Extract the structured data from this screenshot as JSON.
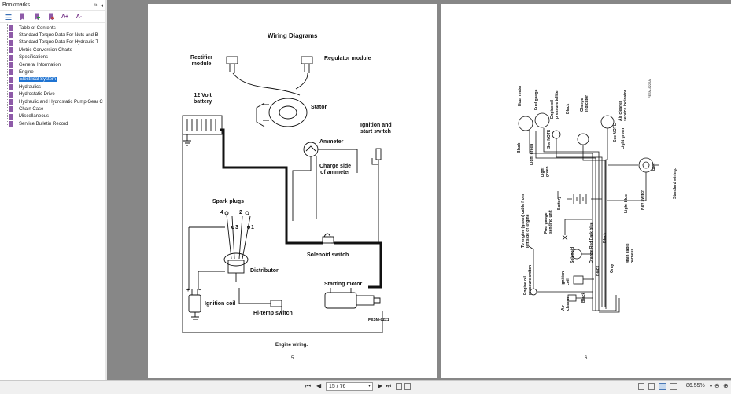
{
  "sidebar": {
    "title": "Bookmarks",
    "collapse_icon": "»",
    "close_icon": "◂",
    "tools": [
      "options-icon",
      "bookmark-icon",
      "bookmark-add-icon",
      "bookmark-remove-icon",
      "font-larger-icon",
      "font-smaller-icon"
    ],
    "font_larger_label": "A+",
    "font_smaller_label": "A-",
    "items": [
      {
        "label": "Table of Contents"
      },
      {
        "label": "Standard Torque Data For Nuts and B"
      },
      {
        "label": "Standard Torque Data For Hydraulic T"
      },
      {
        "label": "Metric Conversion Charts"
      },
      {
        "label": "Specifications"
      },
      {
        "label": "General Information"
      },
      {
        "label": "Engine"
      },
      {
        "label": "Electrical System",
        "selected": true
      },
      {
        "label": "Hydraulics"
      },
      {
        "label": "Hydrostatic Drive"
      },
      {
        "label": "Hydraulic and Hydrostatic Pump Gear C"
      },
      {
        "label": "Chain Case"
      },
      {
        "label": "Miscellaneous"
      },
      {
        "label": "Service Bulletin Record"
      }
    ]
  },
  "page5": {
    "title": "Wiring Diagrams",
    "labels": {
      "rectifier": "Rectifier\nmodule",
      "regulator": "Regulator module",
      "battery": "12 Volt\nbattery",
      "stator": "Stator",
      "ignition_switch": "Ignition and\nstart switch",
      "ammeter": "Ammeter",
      "charge_side": "Charge side\nof ammeter",
      "spark_plugs": "Spark plugs",
      "distributor": "Distributor",
      "solenoid": "Solenoid switch",
      "starting_motor": "Starting motor",
      "ignition_coil": "Ignition coil",
      "hi_temp": "Hi-temp switch",
      "plug4": "4",
      "plug2": "2",
      "plug3": "3",
      "plug1": "1",
      "plus": "+",
      "minus": "−",
      "fig_code": "FESM-8221"
    },
    "caption": "Engine wiring.",
    "page_number": "5"
  },
  "page6": {
    "caption": "Standard wiring.",
    "page_number": "6",
    "labels": {
      "hour_meter": "Hour meter",
      "fuel_gauge": "Fuel gauge",
      "oil_tellite": "Engine oil\npressure tellite",
      "black_top": "Black",
      "charge_indicator": "Charge\nindicator",
      "air_cleaner_indicator": "Air cleaner\nservice indicator",
      "see_note": "See NOTE",
      "light_green_right": "Light green",
      "red": "Red",
      "key_switch": "Key switch",
      "light_blue": "Light blue",
      "main_harness": "Main cable\nharness",
      "black_left": "Black",
      "light_green_left": "Light green",
      "light_green2": "Light\ngreen",
      "see_note2": "See NOTE",
      "to_engine": "To engine (green) cable from\nleft side of engine",
      "battery": "Battery",
      "fuel_sending": "Fuel gauge\nsending unit",
      "solenoid": "Solenoid",
      "wire_colors": "Orange  Red  Dark blue",
      "black_mid": "Black",
      "black_mid2": "Black",
      "gray": "Gray",
      "oil_switch": "Engine oil\npressure switch",
      "ignition_coil": "Ignition\ncoil",
      "air_cleaner": "Air\ncleaner",
      "black_bottom": "Black",
      "fig_code": "FESM-8222A"
    }
  },
  "toolbar": {
    "page_value": "15 / 76",
    "zoom": "86.55%",
    "first_page_icon": "⏮",
    "prev_page_icon": "◀",
    "next_page_icon": "▶",
    "last_page_icon": "⏭",
    "zoom_out_icon": "⊖",
    "zoom_dropdown_icon": "▾",
    "zoom_in_icon": "⊕"
  },
  "colors": {
    "viewer_bg": "#878787",
    "selection": "#1e73d2",
    "bookmark_flag": "#8e5aa8"
  }
}
